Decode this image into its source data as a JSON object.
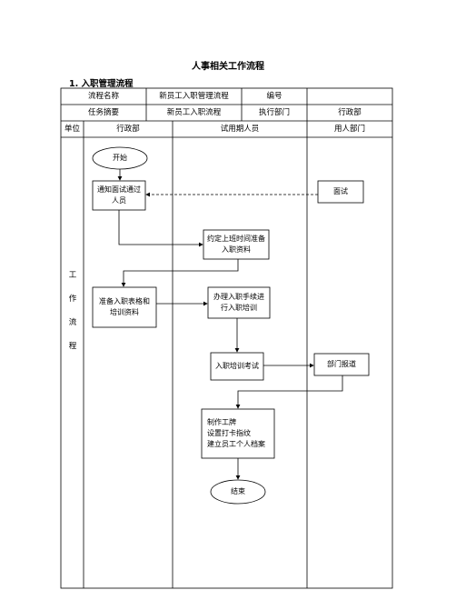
{
  "title": "人事相关工作流程",
  "section": "1. 入职管理流程",
  "table": {
    "row1": {
      "process_name_label": "流程名称",
      "process_name_value": "新员工入职管理流程",
      "number_label": "编号",
      "number_value": ""
    },
    "row2": {
      "summary_label": "任务摘要",
      "summary_value": "新员工入职流程",
      "dept_label": "执行部门",
      "dept_value": "行政部"
    },
    "row3": {
      "unit_label": "单位",
      "col_admin": "行政部",
      "col_probation": "试用期人员",
      "col_employer": "用人部门"
    },
    "work_flow_label": [
      "工",
      "作",
      "流",
      "程"
    ]
  },
  "nodes": {
    "start": "开始",
    "notify": "通知面试通过人员",
    "interview": "面试",
    "agree_time": "约定上班时间准备入职资料",
    "prepare_forms": "准备入职表格和培训资料",
    "onboarding": "办理入职手续进行入职培训",
    "exam": "入职培训考试",
    "report": "部门报道",
    "make_badge": [
      "制作工牌",
      "设置打卡指纹",
      "建立员工个人档案"
    ],
    "end": "结束"
  }
}
